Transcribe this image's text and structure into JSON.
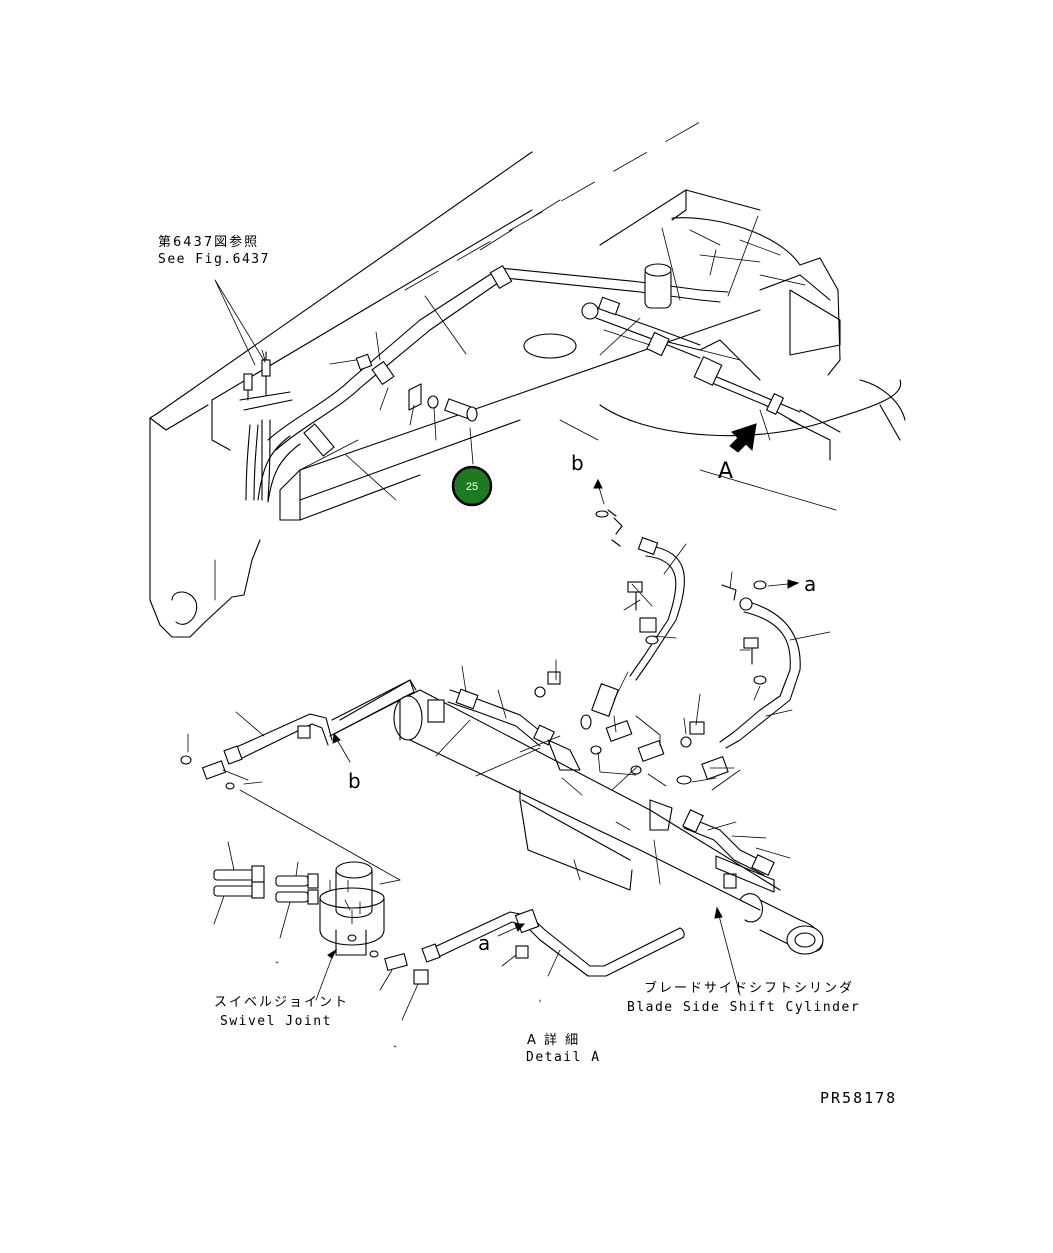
{
  "callouts": {
    "see_fig_jp": "第6437図参照",
    "see_fig_en": "See Fig.6437",
    "swivel_jp": "スイベルジョイント",
    "swivel_en": "Swivel Joint",
    "cylinder_jp": "ブレードサイドシフトシリンダ",
    "cylinder_en": "Blade Side Shift Cylinder",
    "detail_jp": "A 詳 細",
    "detail_en": "Detail A"
  },
  "markers": {
    "view_A": "A",
    "b_top": "b",
    "a_right": "a",
    "b_left": "b",
    "a_bottom": "a"
  },
  "part_badge": {
    "number": "25",
    "color": "#1e7a1e"
  },
  "drawing_code": "PR58178"
}
